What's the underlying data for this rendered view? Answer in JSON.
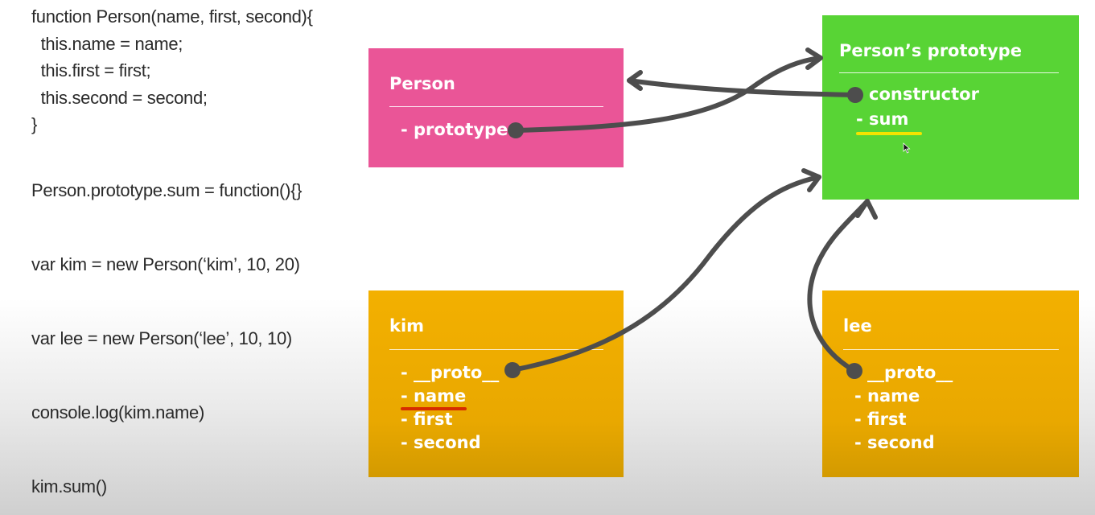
{
  "code": {
    "lines": [
      "function Person(name, first, second){",
      "  this.name = name;",
      "  this.first = first;",
      "  this.second = second;",
      "}",
      "Person.prototype.sum = function(){}",
      "var kim = new Person(‘kim’, 10, 20)",
      "var lee = new Person(‘lee’, 10, 10)",
      "console.log(kim.name)",
      "kim.sum()"
    ]
  },
  "boxes": {
    "person": {
      "title": "Person",
      "items": [
        "- prototype"
      ]
    },
    "prototype": {
      "title": "Person’s prototype",
      "items": [
        "constructor",
        "- sum"
      ]
    },
    "kim": {
      "title": "kim",
      "items": [
        "- __proto__",
        "- name",
        "- first",
        "- second"
      ]
    },
    "lee": {
      "title": "lee",
      "items": [
        "__proto__",
        "- name",
        "- first",
        "- second"
      ]
    }
  },
  "colors": {
    "person": "#ea5597",
    "prototype": "#58d435",
    "instance": "#f0ab00",
    "arrow": "#4d4d4d",
    "highlight_sum": "#f4e300",
    "underline_name": "#d62d00"
  }
}
